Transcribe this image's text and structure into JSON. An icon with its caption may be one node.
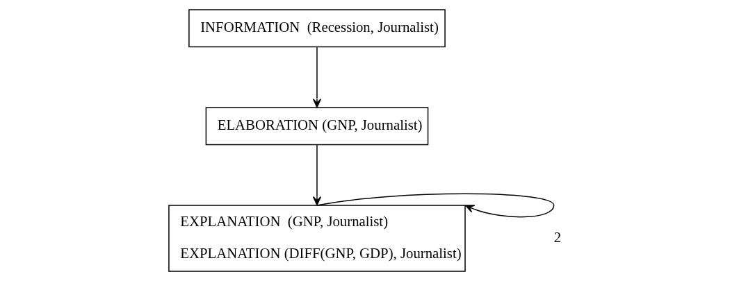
{
  "diagram": {
    "nodes": [
      {
        "text": [
          "INFORMATION  (Recession, Journalist)"
        ]
      },
      {
        "text": [
          "EXPLANATION  (GNP, Journalist)",
          "EXPLANATION (DIFF(GNP, GDP), Journalist)"
        ]
      },
      {
        "text": [
          "ELABORATION (GNP, Journalist)"
        ]
      }
    ],
    "edges": [
      {
        "from": 0,
        "to": 2,
        "arrow": "to"
      },
      {
        "from": 2,
        "to": 1,
        "arrow": "to"
      },
      {
        "from": 1,
        "to": 1,
        "arrow": "to",
        "label": "2"
      }
    ]
  }
}
